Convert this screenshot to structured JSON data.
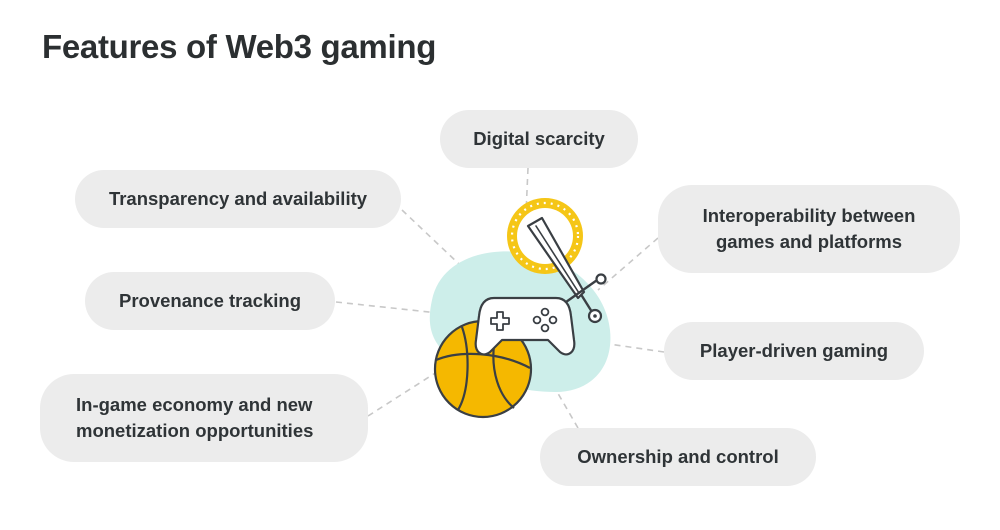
{
  "title": "Features of Web3 gaming",
  "features": [
    "Digital scarcity",
    "Transparency and availability",
    "Interoperability between games and platforms",
    "Provenance tracking",
    "Player-driven gaming",
    "In-game economy and new monetization opportunities",
    "Ownership and control"
  ],
  "colors": {
    "pill_background": "#ececec",
    "blob": "#cdeeea",
    "ball": "#f5b800",
    "coin": "#f5c617",
    "outline": "#3a3f44",
    "connector": "#c4c4c4"
  },
  "icons": [
    "basketball-icon",
    "gamepad-icon",
    "sword-icon",
    "coin-icon"
  ]
}
